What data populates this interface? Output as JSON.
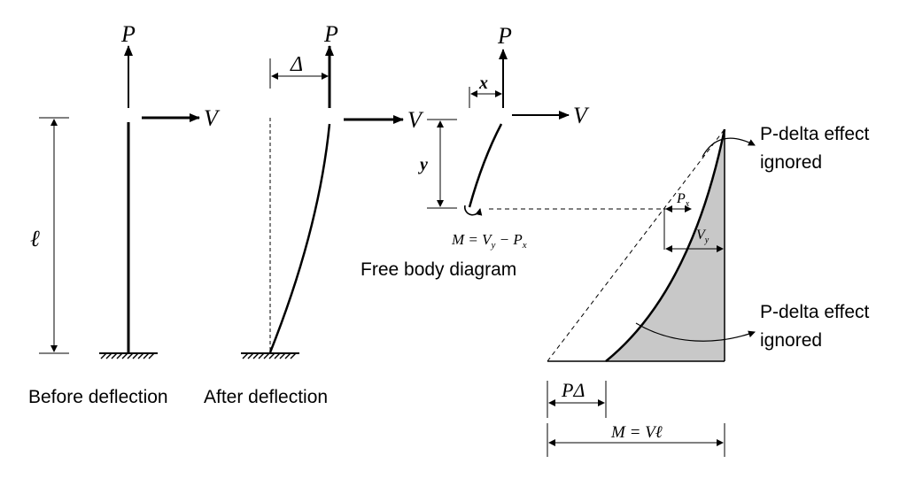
{
  "labels": {
    "P": "P",
    "V": "V",
    "ell": "ℓ",
    "delta": "Δ",
    "x": "x",
    "y": "y",
    "M_eq": "M = V",
    "M_eq_sub_y": "y",
    "M_minus": " − P",
    "M_sub_x": "x",
    "Px_main": "P",
    "Px_sub": "x",
    "Vy_main": "V",
    "Vy_sub": "y",
    "PDelta": "PΔ",
    "Mbottom": "M = Vℓ"
  },
  "captions": {
    "before": "Before deflection",
    "after": "After deflection",
    "fbd": "Free body diagram",
    "ignored_top_1": "P-delta effect",
    "ignored_top_2": "ignored",
    "ignored_bot_1": "P-delta effect",
    "ignored_bot_2": "ignored"
  },
  "colors": {
    "line": "#000000",
    "shade": "#c8c8c8"
  }
}
